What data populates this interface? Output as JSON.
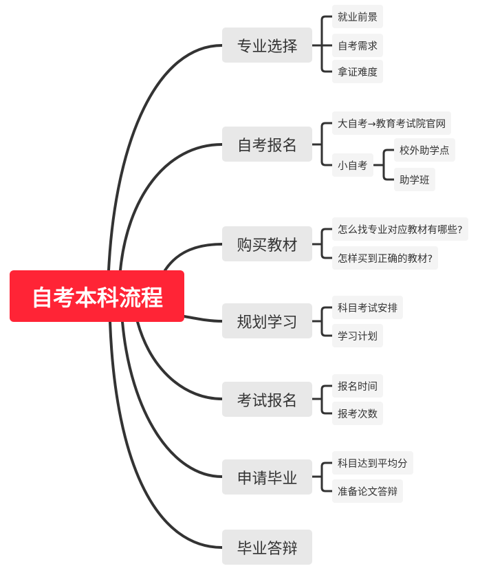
{
  "central_topic": "自考本科流程",
  "branches": [
    {
      "label": "专业选择",
      "children": [
        "就业前景",
        "自考需求",
        "拿证难度"
      ]
    },
    {
      "label": "自考报名",
      "children": [
        {
          "label": "大自考→教育考试院官网"
        },
        {
          "label": "小自考",
          "children": [
            "校外助学点",
            "助学班"
          ]
        }
      ]
    },
    {
      "label": "购买教材",
      "children": [
        "怎么找专业对应教材有哪些?",
        "怎样买到正确的教材?"
      ]
    },
    {
      "label": "规划学习",
      "children": [
        "科目考试安排",
        "学习计划"
      ]
    },
    {
      "label": "考试报名",
      "children": [
        "报名时间",
        "报考次数"
      ]
    },
    {
      "label": "申请毕业",
      "children": [
        "科目达到平均分",
        "准备论文答辩"
      ]
    },
    {
      "label": "毕业答辩",
      "children": []
    }
  ],
  "colors": {
    "central": "#ff2436",
    "branch_bg": "#e8e8e8",
    "leaf_bg": "#f4f4f4",
    "line": "#333333"
  }
}
